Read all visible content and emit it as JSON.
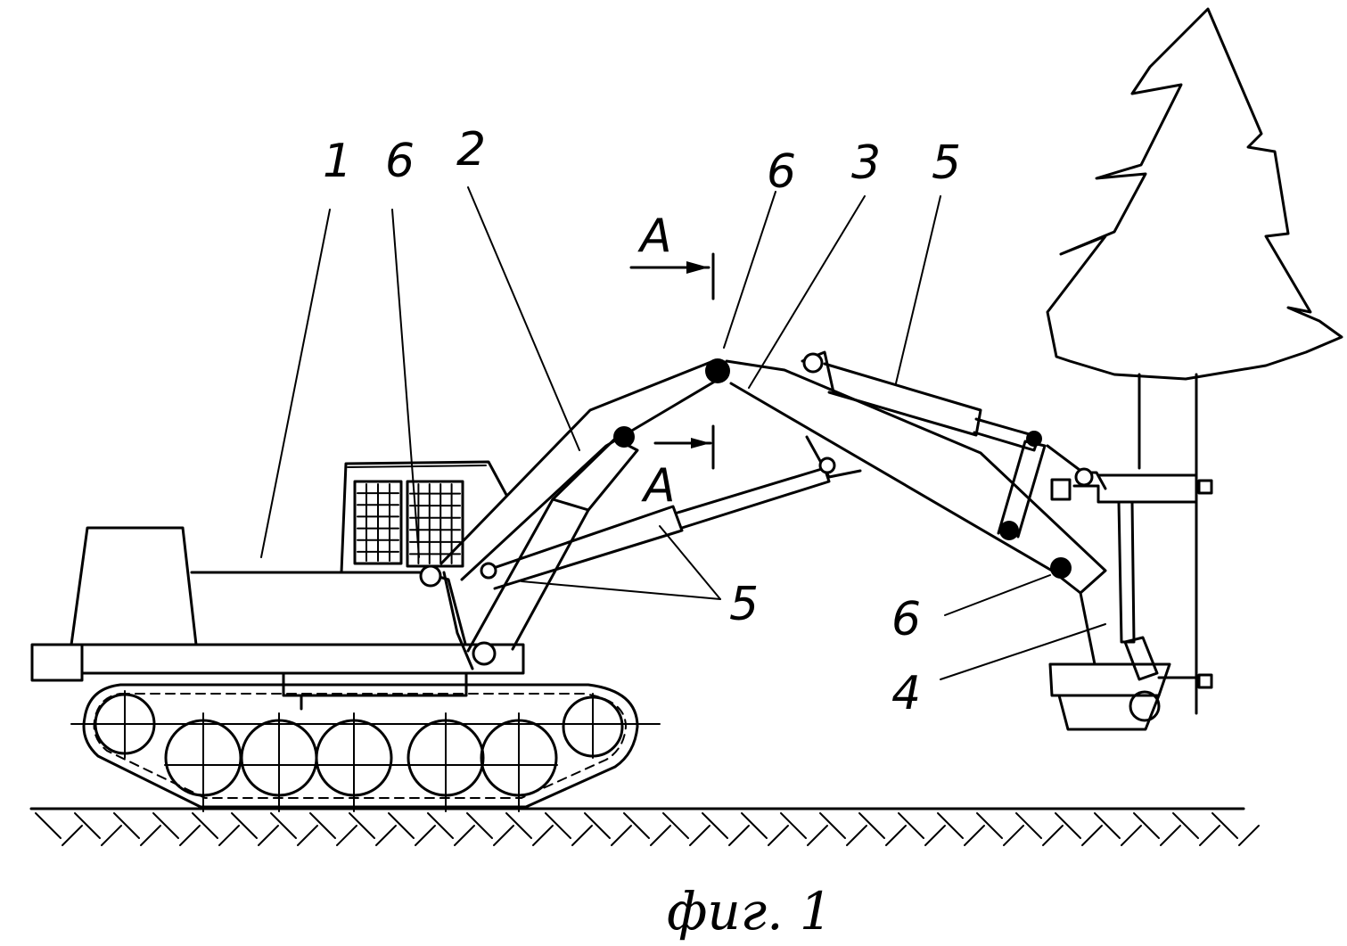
{
  "labels": {
    "body": "1",
    "boom": "2",
    "stick": "3",
    "head": "4",
    "cylinder": "5",
    "hinge": "6",
    "section": "A"
  },
  "caption": "фиг. 1"
}
